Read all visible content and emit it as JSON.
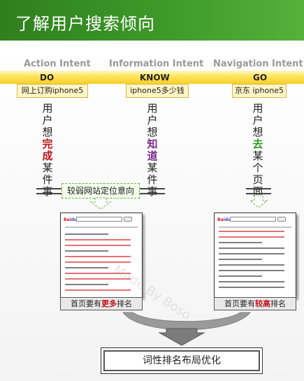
{
  "header": {
    "title": "了解用户搜索倾向"
  },
  "intents": [
    {
      "label": "Action Intent",
      "code": "DO",
      "example": "网上订购iphone5",
      "verb": [
        {
          "t": "用",
          "h": ""
        },
        {
          "t": "户",
          "h": ""
        },
        {
          "t": "想",
          "h": ""
        },
        {
          "t": "完",
          "h": "red"
        },
        {
          "t": "成",
          "h": "red"
        },
        {
          "t": "某",
          "h": ""
        },
        {
          "t": "件",
          "h": ""
        },
        {
          "t": "事",
          "h": ""
        }
      ]
    },
    {
      "label": "Information Intent",
      "code": "KNOW",
      "example": "iphone5多少钱",
      "verb": [
        {
          "t": "用",
          "h": ""
        },
        {
          "t": "户",
          "h": ""
        },
        {
          "t": "想",
          "h": ""
        },
        {
          "t": "知",
          "h": "purple"
        },
        {
          "t": "道",
          "h": "purple"
        },
        {
          "t": "某",
          "h": ""
        },
        {
          "t": "件",
          "h": ""
        },
        {
          "t": "事",
          "h": ""
        }
      ]
    },
    {
      "label": "Navigation Intent",
      "code": "GO",
      "example": "京东 iphone5",
      "verb": [
        {
          "t": "用",
          "h": ""
        },
        {
          "t": "户",
          "h": ""
        },
        {
          "t": "想",
          "h": ""
        },
        {
          "t": "去",
          "h": "green"
        },
        {
          "t": "某",
          "h": ""
        },
        {
          "t": "个",
          "h": ""
        },
        {
          "t": "页",
          "h": ""
        },
        {
          "t": "面",
          "h": ""
        }
      ]
    }
  ],
  "weak_intent": "较弱网站定位意向",
  "serp_left": {
    "logo_a": "Bai",
    "logo_b": "du",
    "logo_c": "百度",
    "caption_pre": "首页要有",
    "caption_hl": "更多",
    "caption_post": "排名"
  },
  "serp_right": {
    "logo_a": "Bai",
    "logo_b": "du",
    "logo_c": "百度",
    "caption_pre": "首页要有",
    "caption_hl": "较高",
    "caption_post": "排名"
  },
  "result": "词性排名布局优化",
  "watermark": "Made By Boso",
  "colors": {
    "header_green": "#3e9a2a",
    "bar_yellow": "#ffe35a",
    "red": "#c0141c",
    "purple": "#7a2a8c",
    "green": "#2e9a22",
    "dashed_green": "#6fae4d"
  }
}
